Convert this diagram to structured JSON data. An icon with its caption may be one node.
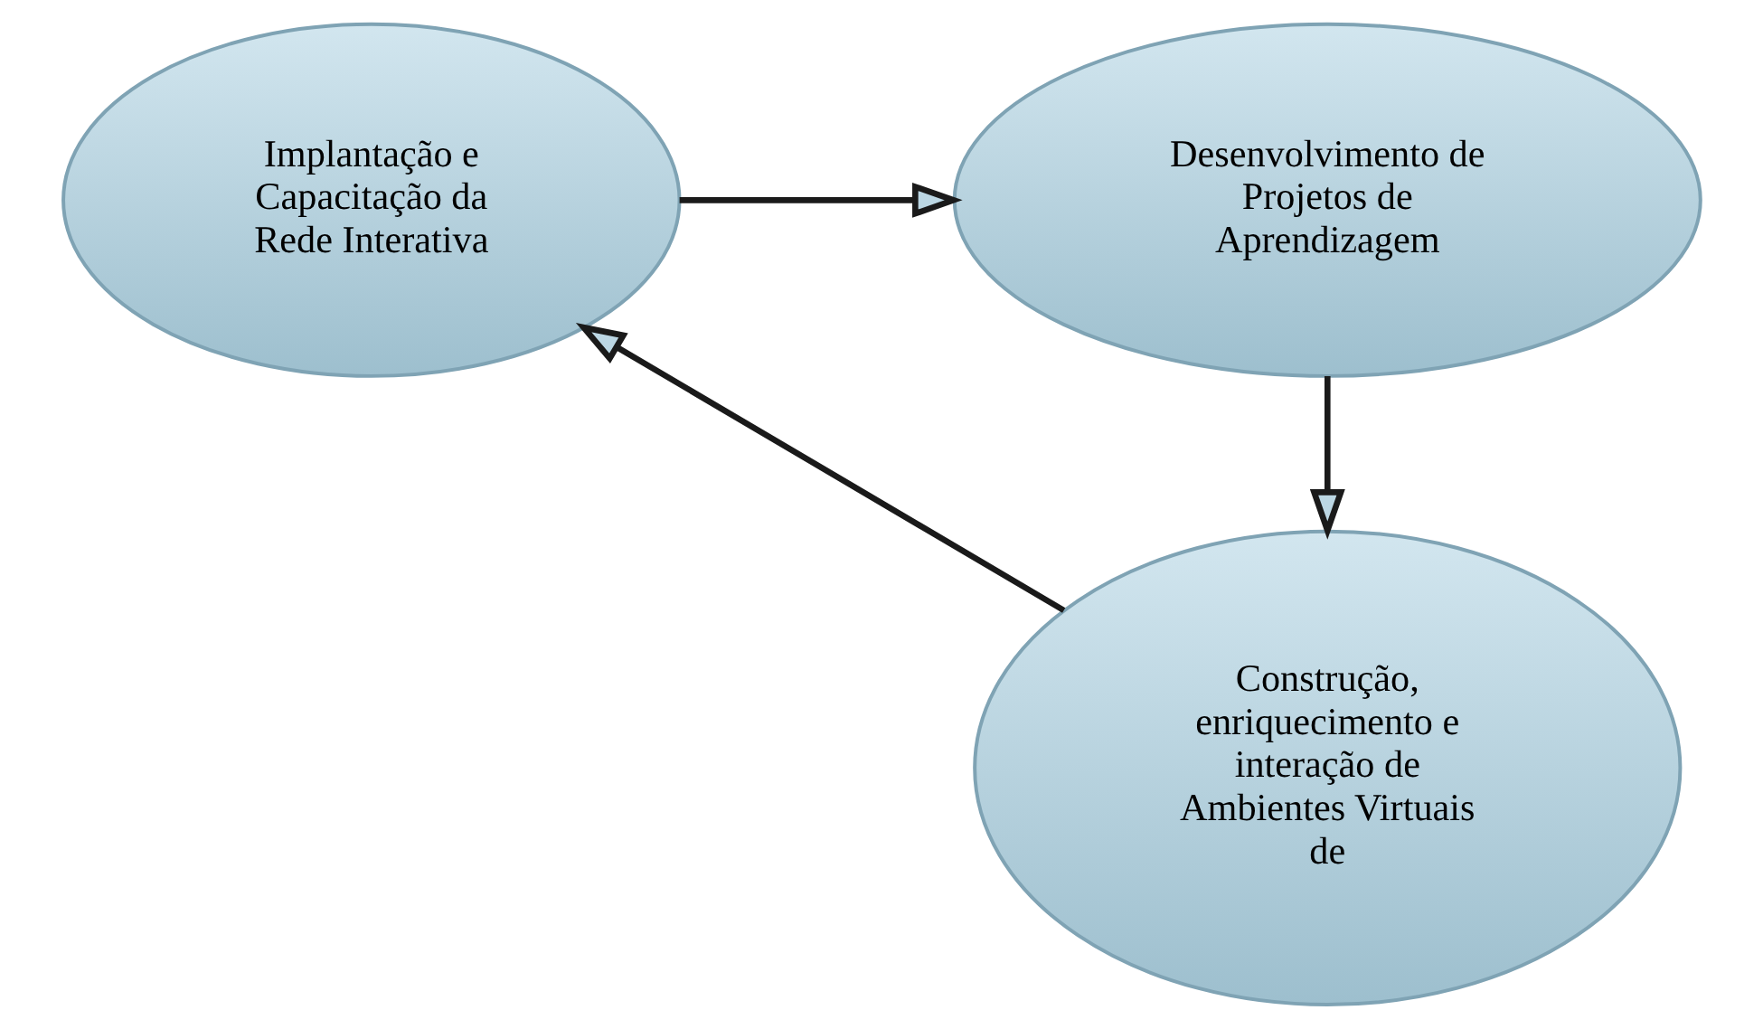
{
  "diagram": {
    "nodes": [
      {
        "text": [
          "Implantação e Capacitação da Rede Interativa"
        ]
      },
      {
        "text": [
          "Desenvolvimento de Projetos de Aprendizagem"
        ]
      },
      {
        "text": [
          "Construção, enriquecimento e interação de Ambientes Virtuais de"
        ]
      }
    ],
    "edges": [
      {
        "from": 0,
        "to": 1,
        "arrow": "to"
      },
      {
        "from": 1,
        "to": 2,
        "arrow": "to"
      },
      {
        "from": 2,
        "to": 0,
        "arrow": "to"
      }
    ]
  }
}
